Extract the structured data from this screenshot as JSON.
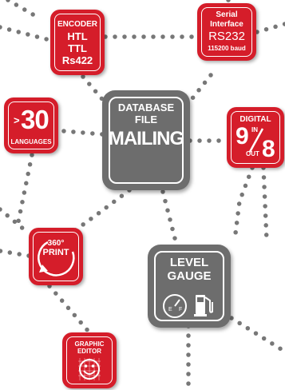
{
  "colors": {
    "red": "#d51d2a",
    "grey": "#6d6d6d",
    "dots": "#777777"
  },
  "encoder": {
    "title": "ENCODER",
    "lines": [
      "HTL",
      "TTL",
      "Rs422"
    ]
  },
  "serial": {
    "title": "Serial",
    "subtitle": "Interface",
    "standard": "RS232",
    "baud": "115200 baud"
  },
  "languages": {
    "prefix": ">",
    "count": "30",
    "label": "LANGUAGES"
  },
  "database": {
    "line1": "DATABASE",
    "line2": "FILE",
    "line3": "MAILING"
  },
  "digital": {
    "title": "DIGITAL",
    "inputs": "9",
    "in_label": "IN",
    "out_label": "OUT",
    "outputs": "8"
  },
  "print360": {
    "degrees": "360°",
    "label": "PRINT"
  },
  "level": {
    "line1": "LEVEL",
    "line2": "GAUGE",
    "gauge_empty": "E",
    "gauge_full": "F"
  },
  "graphic": {
    "line1": "GRAPHIC",
    "line2": "EDITOR"
  }
}
